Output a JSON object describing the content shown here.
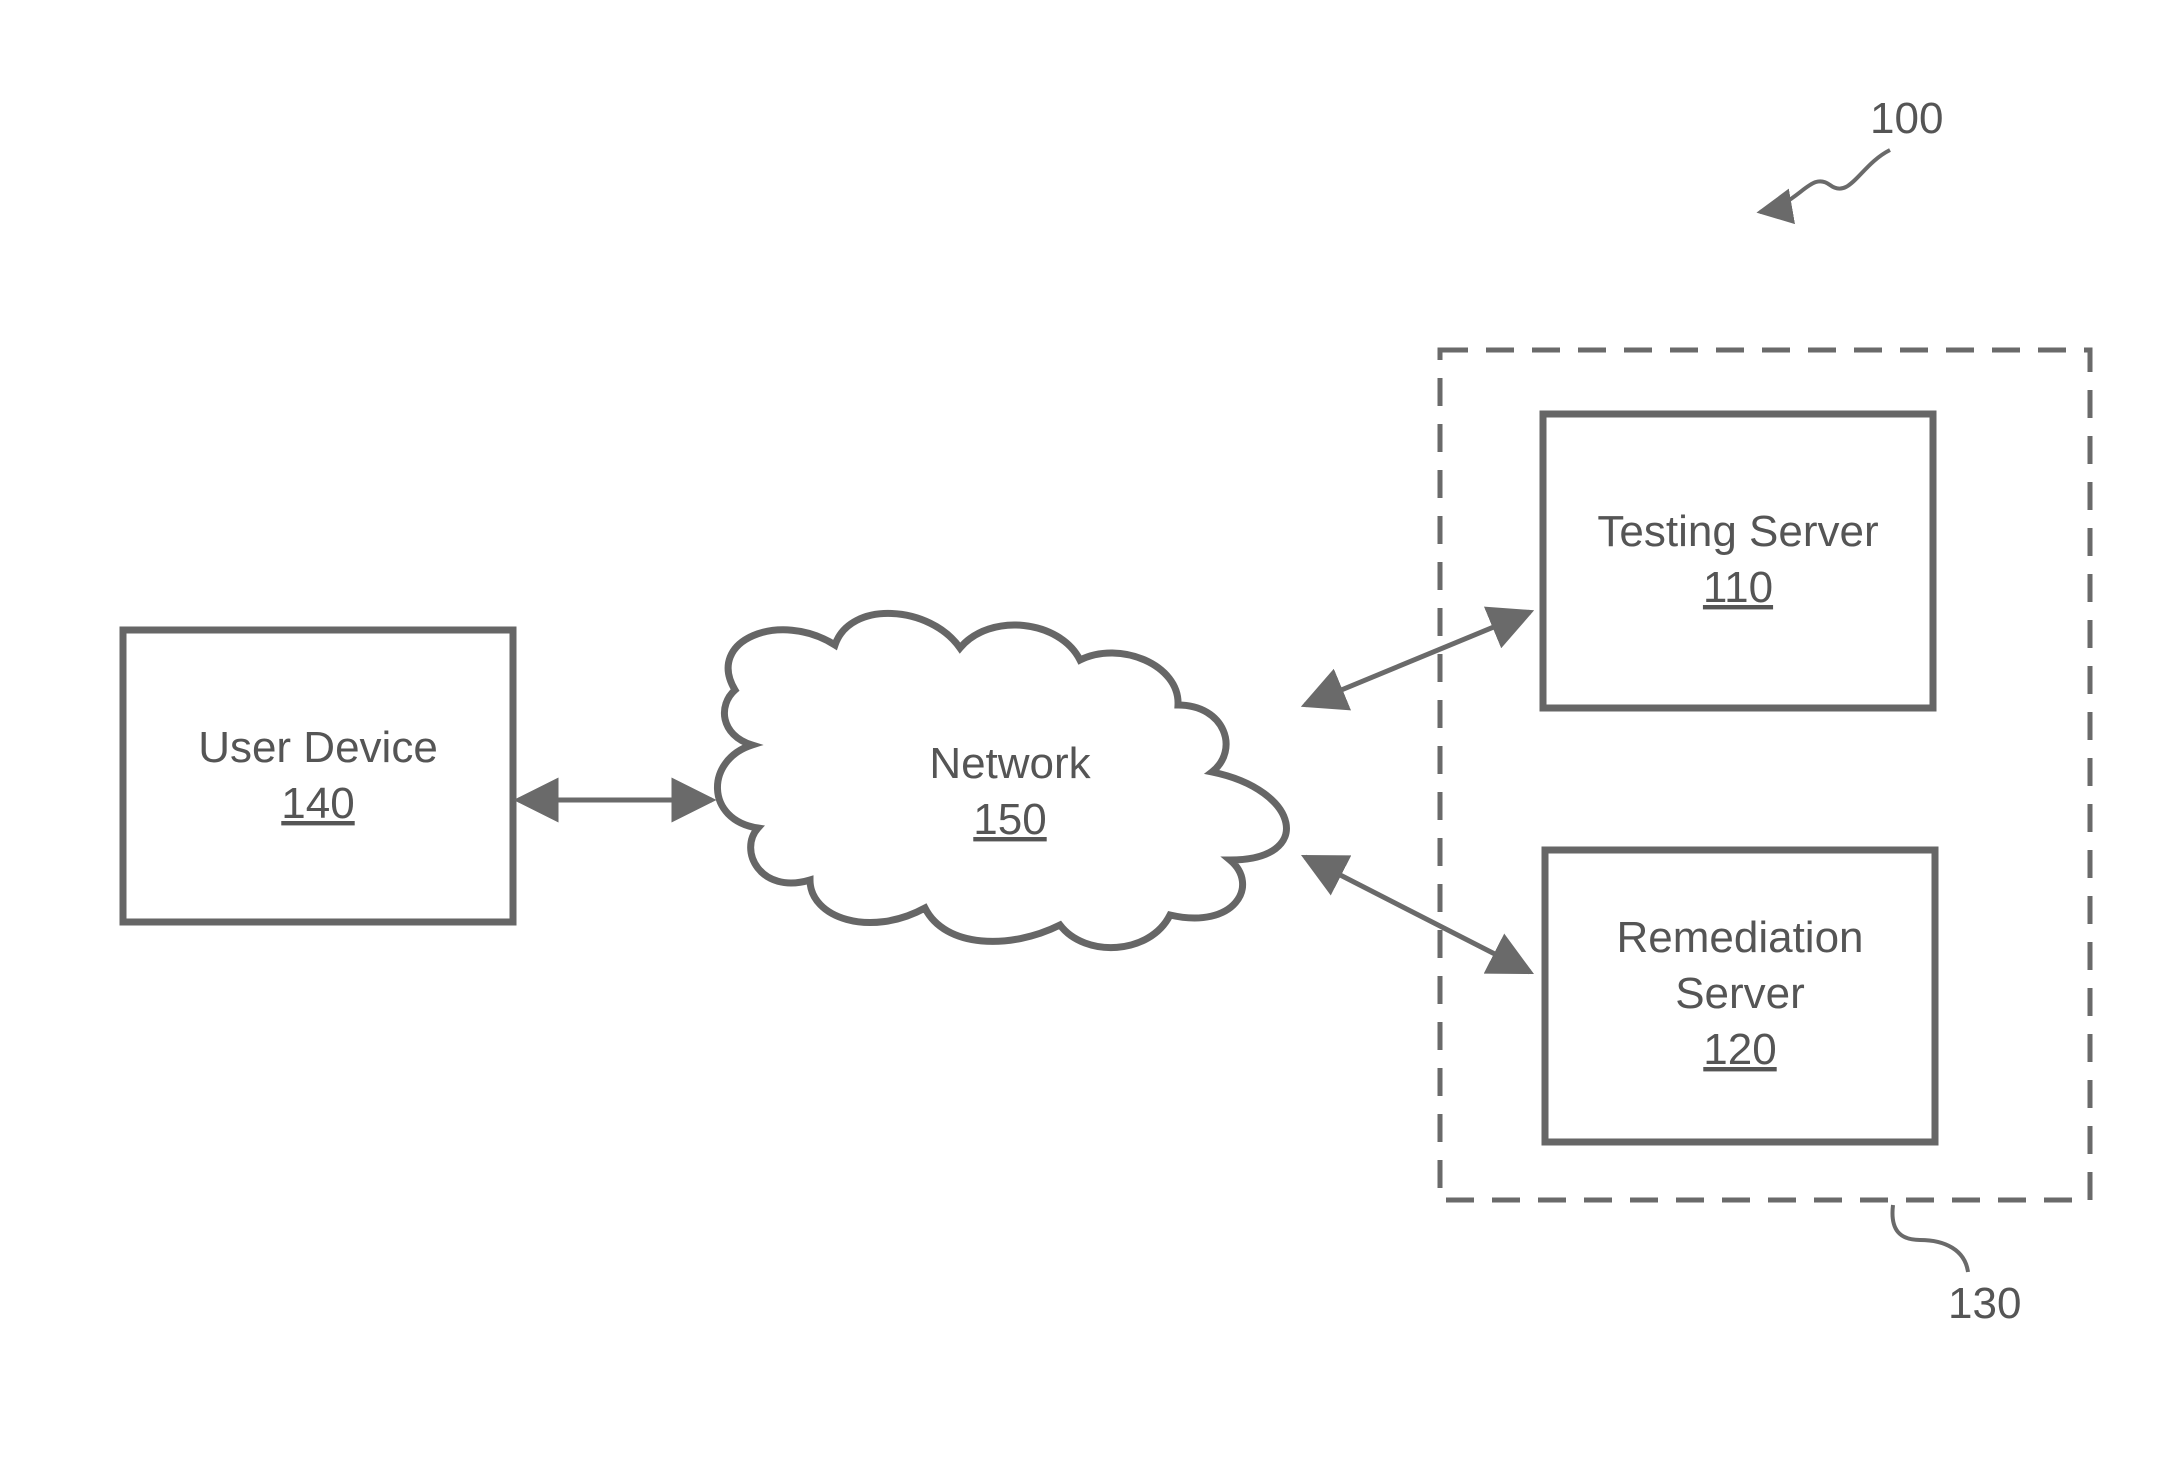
{
  "figure": {
    "system_ref": "100",
    "group_ref": "130"
  },
  "nodes": {
    "user_device": {
      "label": "User Device",
      "ref": "140"
    },
    "network": {
      "label": "Network",
      "ref": "150"
    },
    "testing_server": {
      "label": "Testing Server",
      "ref": "110"
    },
    "remediation_server": {
      "label_line1": "Remediation",
      "label_line2": "Server",
      "ref": "120"
    }
  },
  "colors": {
    "stroke": "#666666",
    "text": "#555555",
    "background": "#ffffff"
  }
}
